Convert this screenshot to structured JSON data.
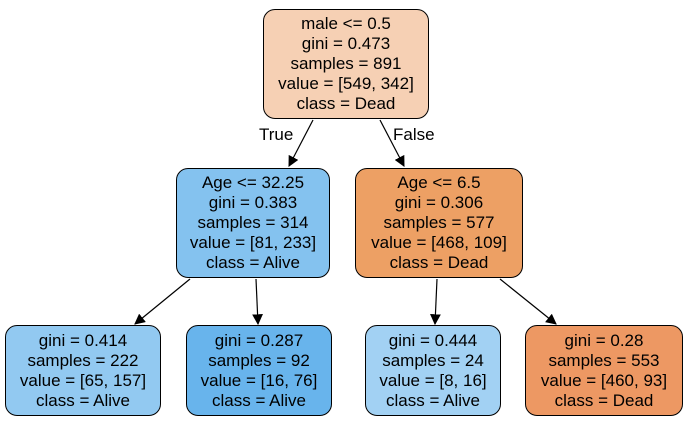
{
  "colors": {
    "root": "#f6d0b4",
    "left": "#84c2ef",
    "right": "#eda064",
    "leaf_1": "#92c9f1",
    "leaf_2": "#68b4ec",
    "leaf_3": "#a2d1f3",
    "leaf_4": "#ed9863"
  },
  "edges": {
    "true_label": "True",
    "false_label": "False"
  },
  "tree": {
    "root": {
      "condition": "male <= 0.5",
      "gini": "gini = 0.473",
      "samples": "samples = 891",
      "value": "value = [549, 342]",
      "class": "class = Dead"
    },
    "left": {
      "condition": "Age <= 32.25",
      "gini": "gini = 0.383",
      "samples": "samples = 314",
      "value": "value = [81, 233]",
      "class": "class = Alive"
    },
    "right": {
      "condition": "Age <= 6.5",
      "gini": "gini = 0.306",
      "samples": "samples = 577",
      "value": "value = [468, 109]",
      "class": "class = Dead"
    },
    "leaf_ll": {
      "gini": "gini = 0.414",
      "samples": "samples = 222",
      "value": "value = [65, 157]",
      "class": "class = Alive"
    },
    "leaf_lr": {
      "gini": "gini = 0.287",
      "samples": "samples = 92",
      "value": "value = [16, 76]",
      "class": "class = Alive"
    },
    "leaf_rl": {
      "gini": "gini = 0.444",
      "samples": "samples = 24",
      "value": "value = [8, 16]",
      "class": "class = Alive"
    },
    "leaf_rr": {
      "gini": "gini = 0.28",
      "samples": "samples = 553",
      "value": "value = [460, 93]",
      "class": "class = Dead"
    }
  }
}
